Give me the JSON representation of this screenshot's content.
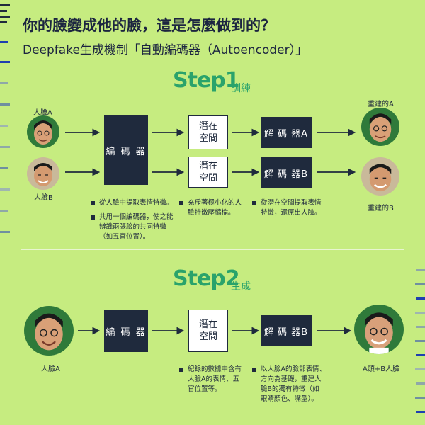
{
  "header": {
    "title": "你的臉變成他的臉，這是怎麼做到的？",
    "subtitle": "Deepfake生成機制「自動編碼器（Autoencoder）」"
  },
  "step1": {
    "title": "Step1",
    "subtitle": "訓練",
    "input_a_label": "人臉A",
    "input_b_label": "人臉B",
    "encoder_label": "編 碼 器",
    "latent_a_label": "潛在空間",
    "latent_b_label": "潛在空間",
    "decoder_a_label": "解 碼 器A",
    "decoder_b_label": "解 碼 器B",
    "output_a_label": "重建的A",
    "output_b_label": "重建的B",
    "notes_encoder": [
      "從人臉中提取表情特徵。",
      "共用一個編碼器，使之能辨識兩張臉的共同特徵（如五官位置）。"
    ],
    "notes_latent": [
      "充斥著極小化的人臉特徵壓縮檔。"
    ],
    "notes_decoder": [
      "從潛在空間提取表情特徵，還原出人臉。"
    ]
  },
  "step2": {
    "title": "Step2",
    "subtitle": "生成",
    "input_label": "人臉A",
    "encoder_label": "編 碼 器",
    "latent_label": "潛在空間",
    "decoder_label": "解 碼 器B",
    "output_label": "A頭+B人臉",
    "notes_latent": [
      "紀錄的數據中含有人臉A的表情、五官位置等。"
    ],
    "notes_decoder": [
      "以人臉A的臉部表情、方向為基礎，重建人臉B的獨有特徵（如眼睛顏色、嘴型）。"
    ]
  },
  "colors": {
    "background": "#c6ec80",
    "navy": "#1f2a3d",
    "green_accent": "#2aa36b"
  },
  "icons": {
    "arrow": "right-arrow-icon",
    "bullet": "square-bullet-icon"
  }
}
